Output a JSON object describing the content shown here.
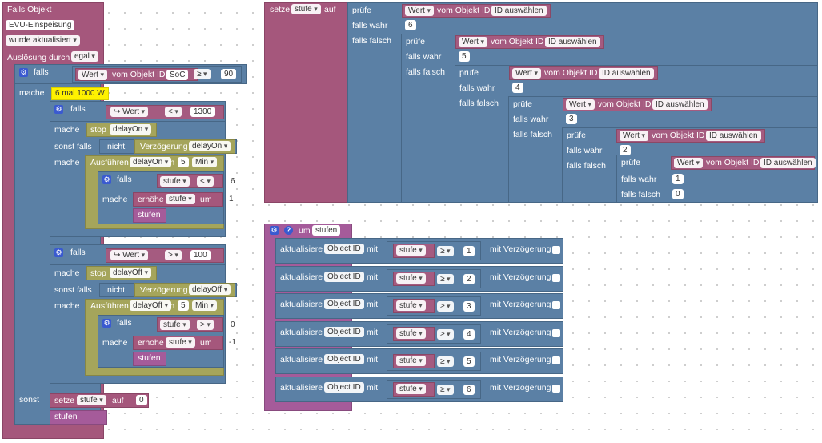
{
  "event_block": {
    "title": "Falls Objekt",
    "object": "EVU-Einspeisung",
    "trigger_mode": "wurde aktualisiert",
    "source_label": "Auslösung durch",
    "source_value": "egal"
  },
  "if_soc": {
    "falls": "falls",
    "mache": "mache",
    "sonst": "sonst",
    "wert": "Wert",
    "vom_objekt": "vom Objekt ID",
    "object": "SoC",
    "op": "≥",
    "value": "90"
  },
  "text_label": "6 mal 1000 W",
  "inner_if1": {
    "falls": "falls",
    "mache": "mache",
    "sonst_falls": "sonst falls",
    "arrow_wert": "↪ Wert",
    "op": "<",
    "value": "1300",
    "stop": "stop",
    "timer": "delayOn",
    "nicht": "nicht",
    "verzoegerung": "Verzögerung",
    "ausfuehren": "Ausführen",
    "in": "in",
    "duration": "5",
    "unit": "Min",
    "cond_var": "stufe",
    "cond_op": "<",
    "cond_val": "6",
    "erhoehe": "erhöhe",
    "um": "um",
    "step": "1",
    "call": "stufen"
  },
  "inner_if2": {
    "falls": "falls",
    "mache": "mache",
    "sonst_falls": "sonst falls",
    "arrow_wert": "↪ Wert",
    "op": ">",
    "value": "100",
    "stop": "stop",
    "timer": "delayOff",
    "nicht": "nicht",
    "verzoegerung": "Verzögerung",
    "ausfuehren": "Ausführen",
    "in": "in",
    "duration": "5",
    "unit": "Min",
    "cond_var": "stufe",
    "cond_op": ">",
    "cond_val": "0",
    "erhoehe": "erhöhe",
    "um": "um",
    "step": "-1",
    "call": "stufen"
  },
  "else_branch": {
    "setze": "setze",
    "var": "stufe",
    "auf": "auf",
    "value": "0",
    "call": "stufen"
  },
  "set_block": {
    "setze": "setze",
    "var": "stufe",
    "auf": "auf",
    "pruefe": "prüfe",
    "falls_wahr": "falls wahr",
    "falls_falsch": "falls falsch",
    "wert": "Wert",
    "vom_objekt": "vom Objekt ID",
    "id_placeholder": "ID auswählen",
    "levels": [
      "6",
      "5",
      "4",
      "3",
      "2"
    ],
    "last_true": "1",
    "last_false": "0"
  },
  "func_block": {
    "um": "um",
    "name": "stufen",
    "aktualisiere": "aktualisiere",
    "object_id": "Object ID",
    "mit": "mit",
    "var": "stufe",
    "op": "≥",
    "mit_verzoegerung": "mit Verzögerung",
    "thresholds": [
      "1",
      "2",
      "3",
      "4",
      "5",
      "6"
    ]
  },
  "colors": {
    "event": "#a5577c",
    "logic": "#5b80a5",
    "procedure": "#a55b9a",
    "timer": "#a5a55b",
    "text": "#fff200"
  }
}
